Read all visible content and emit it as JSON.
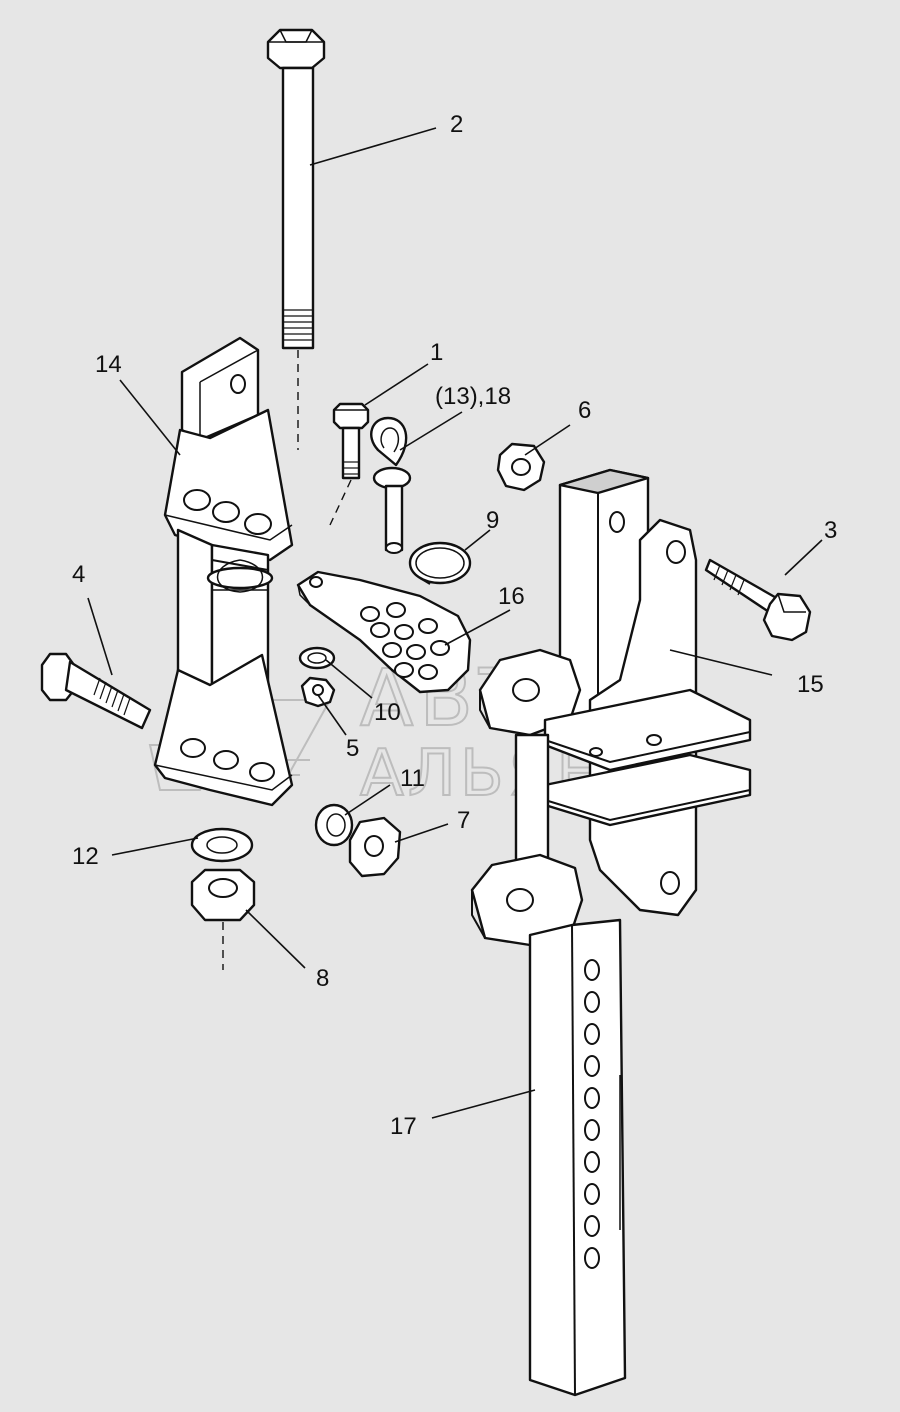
{
  "diagram": {
    "callouts": [
      {
        "id": "c2",
        "text": "2"
      },
      {
        "id": "c14",
        "text": "14"
      },
      {
        "id": "c1",
        "text": "1"
      },
      {
        "id": "c13_18",
        "text": "(13),18"
      },
      {
        "id": "c6",
        "text": "6"
      },
      {
        "id": "c9",
        "text": "9"
      },
      {
        "id": "c3",
        "text": "3"
      },
      {
        "id": "c16",
        "text": "16"
      },
      {
        "id": "c4",
        "text": "4"
      },
      {
        "id": "c15",
        "text": "15"
      },
      {
        "id": "c10",
        "text": "10"
      },
      {
        "id": "c5",
        "text": "5"
      },
      {
        "id": "c11",
        "text": "11"
      },
      {
        "id": "c7",
        "text": "7"
      },
      {
        "id": "c12",
        "text": "12"
      },
      {
        "id": "c8",
        "text": "8"
      },
      {
        "id": "c17",
        "text": "17"
      }
    ]
  },
  "watermark": {
    "line1": "АВТО",
    "line2": "АЛЬЯНС"
  }
}
